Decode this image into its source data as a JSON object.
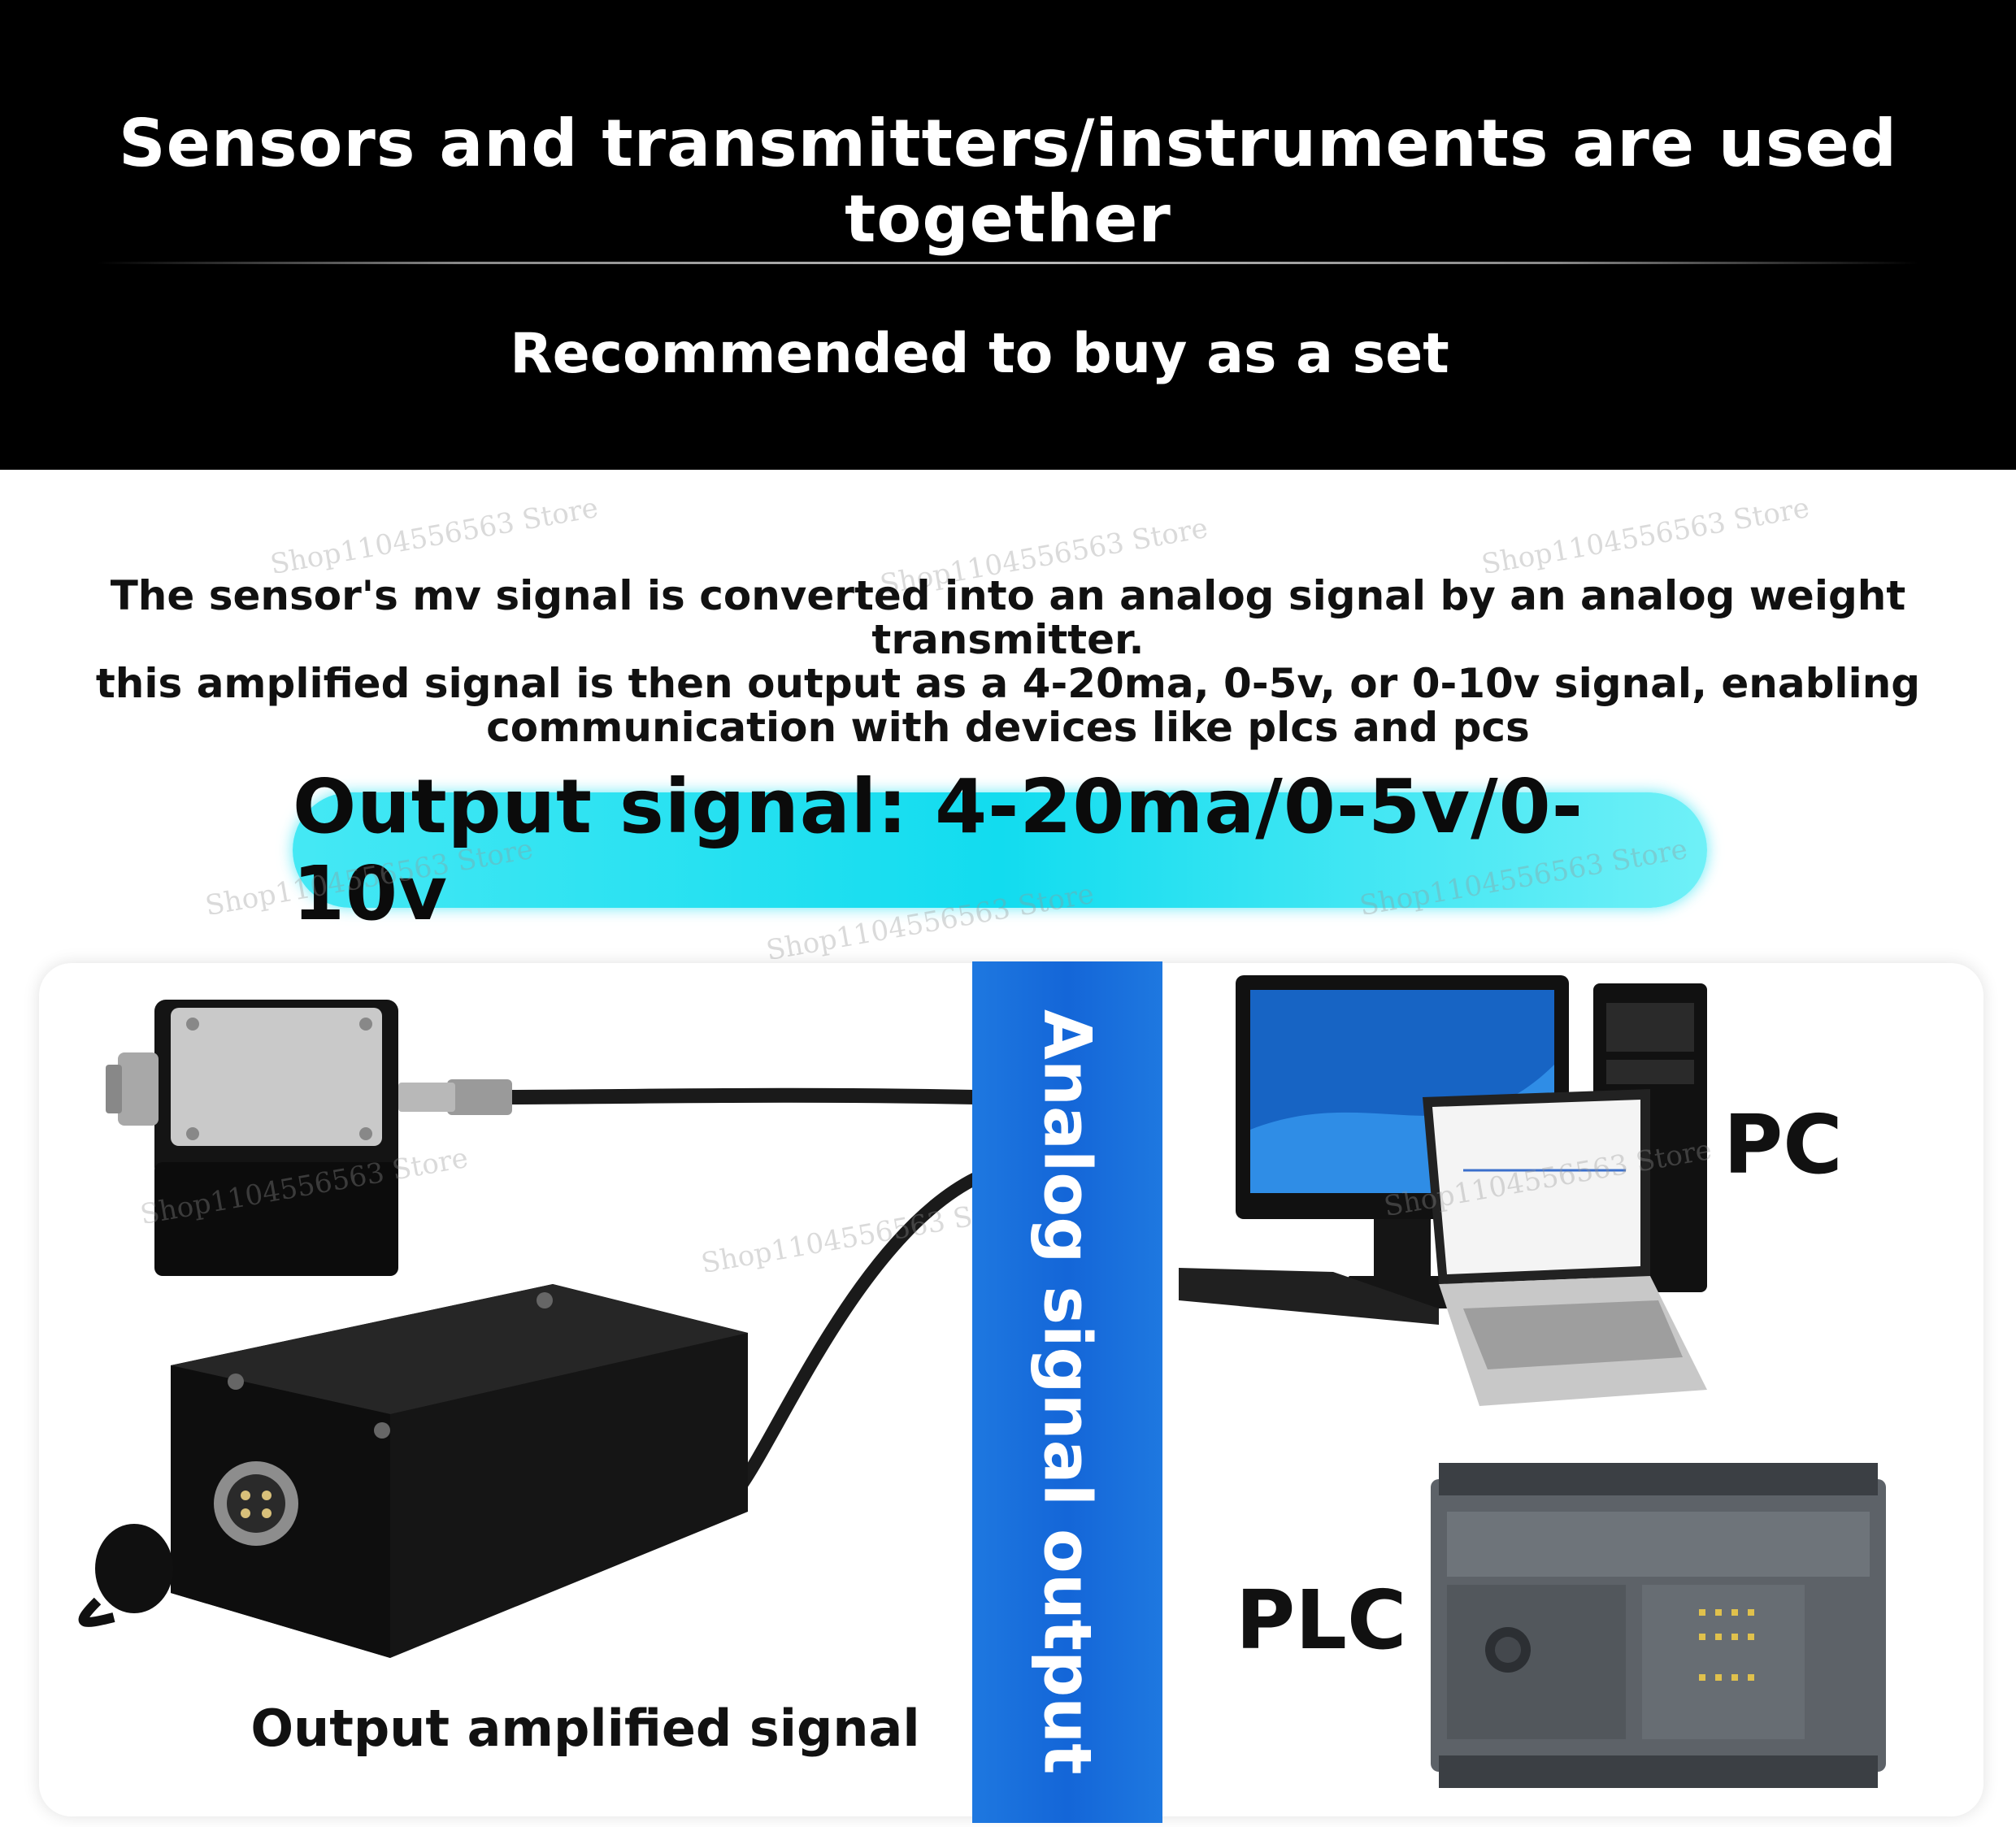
{
  "header": {
    "title": "Sensors and transmitters/instruments are used together",
    "subtitle": "Recommended to buy as a set"
  },
  "description": {
    "line1": "The sensor's mv signal is converted into an analog signal by an analog weight transmitter.",
    "line2": "this amplified signal is then output as a 4-20ma, 0-5v, or 0-10v signal, enabling",
    "line3": "communication with devices like plcs and pcs"
  },
  "output_signal": "Output signal: 4-20ma/0-5v/0-10v",
  "signal_bar_label": "Analog signal output",
  "labels": {
    "amplified": "Output amplified signal",
    "pc": "PC",
    "plc": "PLC"
  },
  "watermark": "Shop1104556563 Store",
  "colors": {
    "header_bg": "#000000",
    "pill": "#12dcef",
    "signal_bar": "#1466d8"
  }
}
